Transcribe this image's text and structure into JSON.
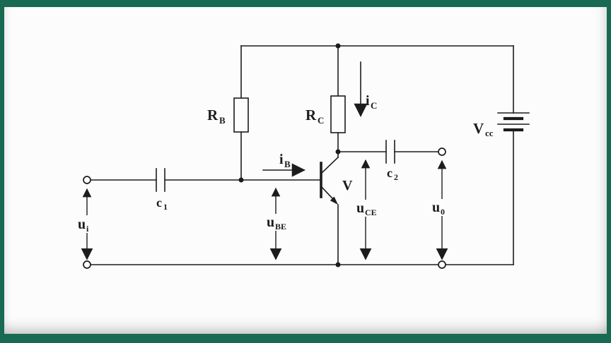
{
  "colors": {
    "frame_green": "#186a52",
    "ink": "#1c1c1c",
    "paper": "#fcfcfc"
  },
  "labels": {
    "r_b": {
      "base": "R",
      "sub": "B"
    },
    "r_c": {
      "base": "R",
      "sub": "C"
    },
    "i_c": {
      "base": "i",
      "sub": "C"
    },
    "i_b": {
      "base": "i",
      "sub": "B"
    },
    "transistor": {
      "base": "V"
    },
    "c1": {
      "base": "c",
      "sub": "1"
    },
    "c2": {
      "base": "c",
      "sub": "2"
    },
    "u_i": {
      "base": "u",
      "sub": "i"
    },
    "u_be": {
      "base": "u",
      "sub": "BE"
    },
    "u_ce": {
      "base": "u",
      "sub": "CE"
    },
    "u_o": {
      "base": "u",
      "sub": "0"
    },
    "v_cc": {
      "base": "V",
      "sub": "cc"
    }
  }
}
